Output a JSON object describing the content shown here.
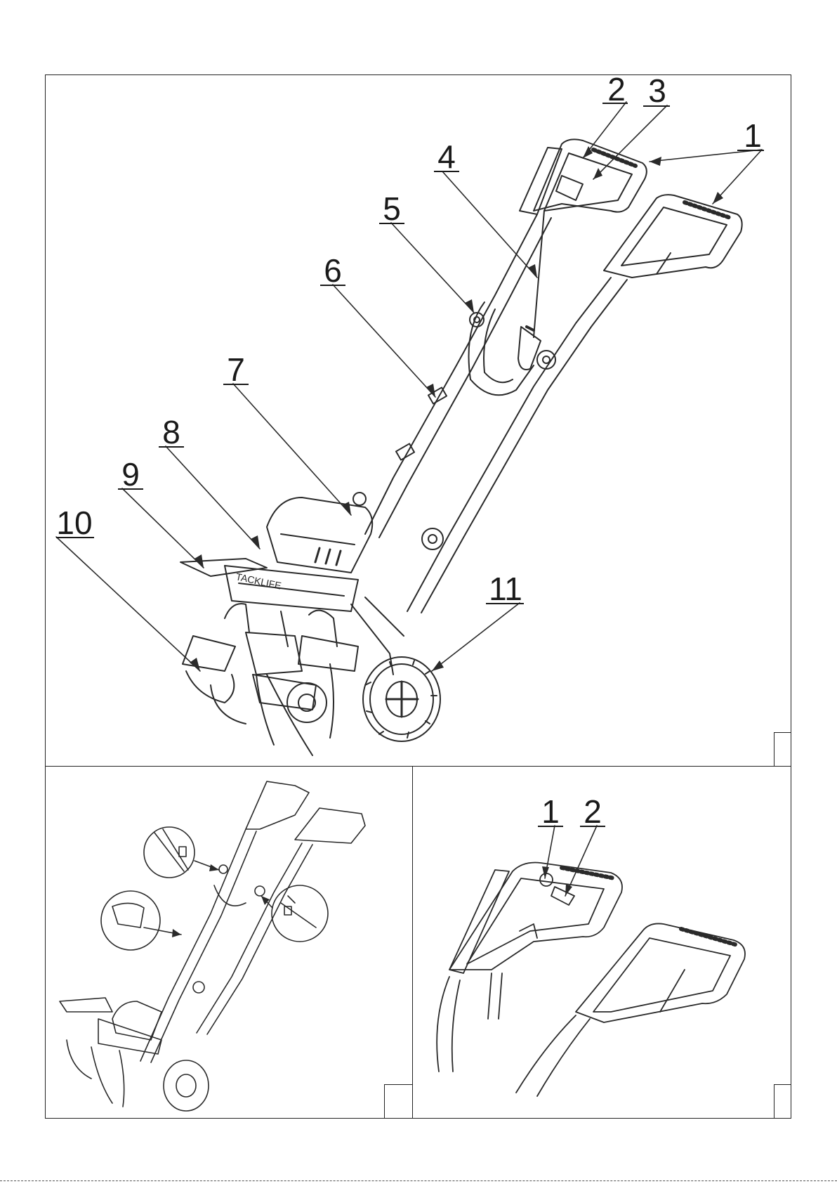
{
  "main_figure": {
    "callouts": [
      "1",
      "2",
      "3",
      "4",
      "5",
      "6",
      "7",
      "8",
      "9",
      "10",
      "11"
    ],
    "logo_text": "TACKLIFE"
  },
  "detail_figure": {
    "callouts": [
      "1",
      "2"
    ]
  }
}
